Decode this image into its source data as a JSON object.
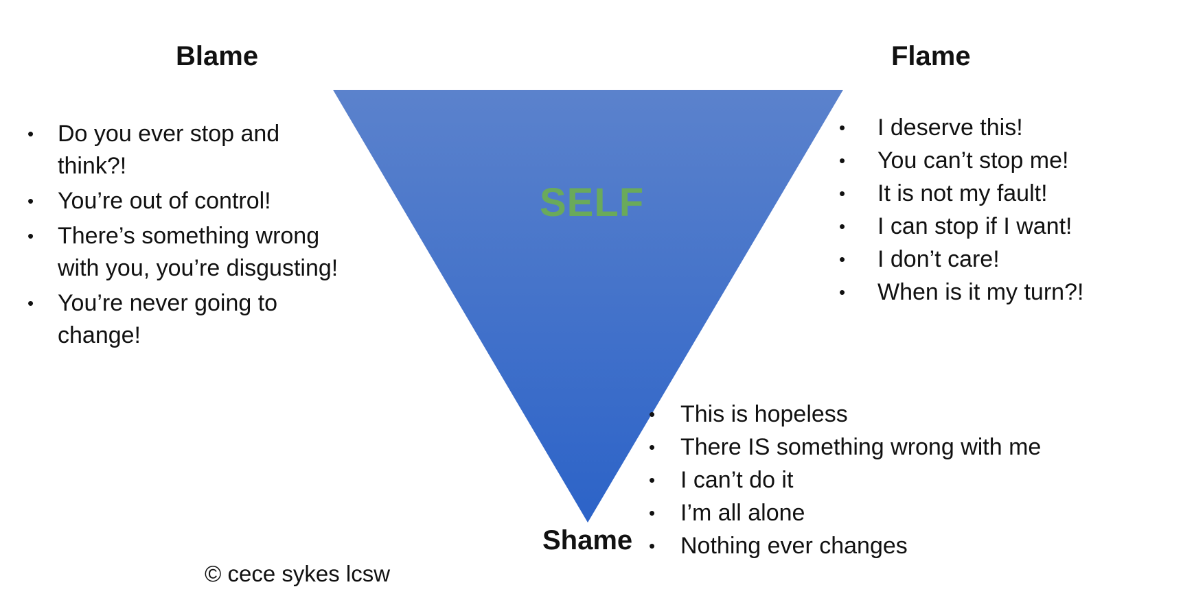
{
  "diagram": {
    "triangle_label": "SELF",
    "colors": {
      "triangle_top": "#5b82cc",
      "triangle_bottom": "#2c63c8",
      "self_text": "#6aaa5a",
      "text": "#111111"
    },
    "blame": {
      "heading": "Blame",
      "items": [
        "Do you ever stop and think?!",
        "You’re out of control!",
        "There’s something  wrong with you, you’re disgusting!",
        "You’re never going to change!"
      ]
    },
    "flame": {
      "heading": "Flame",
      "items": [
        "I deserve this!",
        "You can’t stop me!",
        "It is not my fault!",
        "I can stop if I want!",
        "I don’t care!",
        "When is it my turn?!"
      ]
    },
    "shame": {
      "heading": "Shame",
      "items": [
        "This is hopeless",
        " There IS something wrong with me",
        "I can’t do it",
        "I’m all alone",
        "Nothing ever changes"
      ]
    },
    "copyright": "© cece sykes lcsw"
  }
}
